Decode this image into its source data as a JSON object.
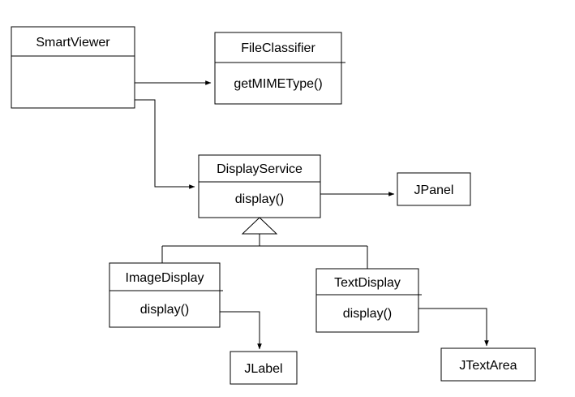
{
  "diagram": {
    "type": "uml-class-diagram",
    "background_color": "#ffffff",
    "stroke_color": "#000000",
    "text_color": "#000000",
    "classes": [
      {
        "name": "SmartViewer",
        "methods": []
      },
      {
        "name": "FileClassifier",
        "methods": [
          "getMIMEType()"
        ]
      },
      {
        "name": "DisplayService",
        "methods": [
          "display()"
        ]
      },
      {
        "name": "JPanel",
        "methods": []
      },
      {
        "name": "ImageDisplay",
        "methods": [
          "display()"
        ]
      },
      {
        "name": "TextDisplay",
        "methods": [
          "display()"
        ]
      },
      {
        "name": "JLabel",
        "methods": []
      },
      {
        "name": "JTextArea",
        "methods": []
      }
    ],
    "relationships": [
      {
        "from": "SmartViewer",
        "to": "FileClassifier",
        "type": "directed-association"
      },
      {
        "from": "SmartViewer",
        "to": "DisplayService",
        "type": "directed-association"
      },
      {
        "from": "DisplayService",
        "to": "JPanel",
        "type": "directed-association"
      },
      {
        "from": "ImageDisplay",
        "to": "DisplayService",
        "type": "generalization"
      },
      {
        "from": "TextDisplay",
        "to": "DisplayService",
        "type": "generalization"
      },
      {
        "from": "ImageDisplay",
        "to": "JLabel",
        "type": "directed-association"
      },
      {
        "from": "TextDisplay",
        "to": "JTextArea",
        "type": "directed-association"
      }
    ]
  }
}
